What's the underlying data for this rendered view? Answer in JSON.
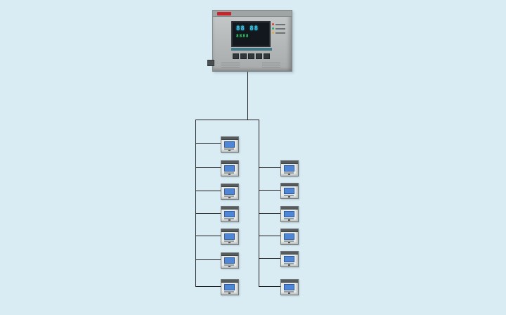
{
  "title": "gas-detection-system-wiring-diagram",
  "background_color": "#d9ebf3",
  "controller": {
    "name": "alarm-controller-unit",
    "display_text": "88 88",
    "display_sub_text": "8888",
    "body_color": "#b7bbbc",
    "screen_bg": "#12181d",
    "digit_color": "#39c6e8",
    "logo_color": "#c4262d",
    "label_bar_color": "#2e6f7e",
    "indicator_colors": [
      "#e03c31",
      "#2fae4e",
      "#e0a83c"
    ]
  },
  "network": {
    "line_color": "#1b1b1b",
    "topology": "single trunk dropping from controller to a horizontal tee, feeding a left bus with 7 branch detectors and a right bus with 6 branch detectors",
    "left_branch_count": 7,
    "right_branch_count": 6
  },
  "detector": {
    "name": "gas-detector-module",
    "body_color": "#e6eae9",
    "screen_color": "#4f86d6",
    "count_total": 13
  }
}
